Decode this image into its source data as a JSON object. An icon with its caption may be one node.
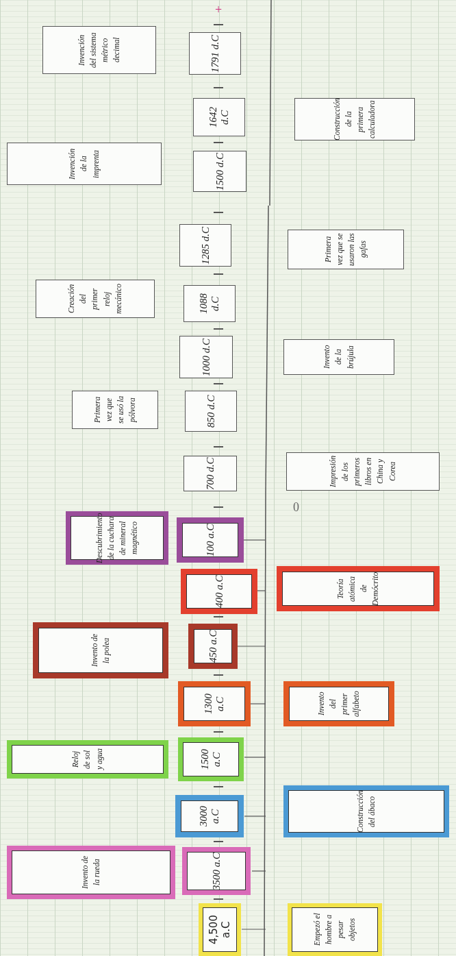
{
  "diagram": {
    "nodes": [
      {
        "text": [
          "4,500 a.C"
        ]
      },
      {
        "text": [
          "Empezó el hombre a pesar objetos"
        ]
      },
      {
        "text": [
          "3500 a.C"
        ]
      },
      {
        "text": [
          "Invento de la rueda"
        ]
      },
      {
        "text": [
          "3000 a.C"
        ]
      },
      {
        "text": [
          "Construcción del ábaco"
        ]
      },
      {
        "text": [
          "1500 a.C"
        ]
      },
      {
        "text": [
          "Reloj de sol y agua"
        ]
      },
      {
        "text": [
          "1300 a.C"
        ]
      },
      {
        "text": [
          "Invento del primer alfabeto"
        ]
      },
      {
        "text": [
          "450 a.C"
        ]
      },
      {
        "text": [
          "Invento de la polea"
        ]
      },
      {
        "text": [
          "400 a.C"
        ]
      },
      {
        "text": [
          "Teoría atómica de Demócrito"
        ]
      },
      {
        "text": [
          "100 a.C"
        ]
      },
      {
        "text": [
          "Descubrimiento de la cuchara de mineral magnético"
        ]
      },
      {
        "text": [
          "700 d.C"
        ]
      },
      {
        "text": [
          "Impresión de los primeros libros en China y Corea"
        ]
      },
      {
        "text": [
          "850 d.C"
        ]
      },
      {
        "text": [
          "Primera vez que se usó la pólvora"
        ]
      },
      {
        "text": [
          "1000 d.C"
        ]
      },
      {
        "text": [
          "Invento de la brújula"
        ]
      },
      {
        "text": [
          "1088 d.C"
        ]
      },
      {
        "text": [
          "Creación del primer reloj mecánico"
        ]
      },
      {
        "text": [
          "1285 d.C"
        ]
      },
      {
        "text": [
          "Primera vez que se usaron las gafas"
        ]
      },
      {
        "text": [
          "1500 d.C"
        ]
      },
      {
        "text": [
          "Invención de la imprenta"
        ]
      },
      {
        "text": [
          "1642 d.C"
        ]
      },
      {
        "text": [
          "Construcción de la primera calculadora"
        ]
      },
      {
        "text": [
          "1791 d.C"
        ]
      },
      {
        "text": [
          "Invención del sistema métrico decimal"
        ]
      }
    ],
    "edges": [],
    "labels": [
      "+",
      "0"
    ]
  }
}
